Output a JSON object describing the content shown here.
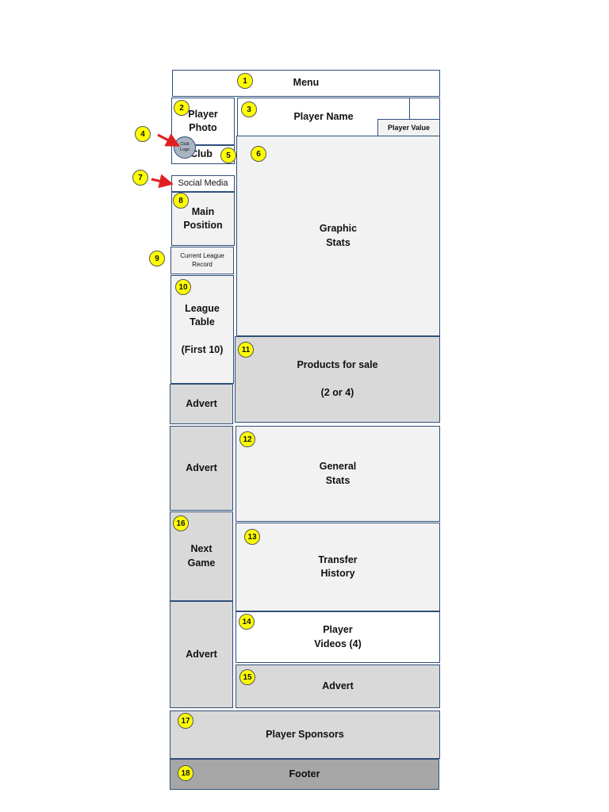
{
  "blocks": {
    "menu": "Menu",
    "player_photo": "Player\nPhoto",
    "player_name": "Player Name",
    "player_value": "Player Value",
    "club": "Club",
    "club_logo": "Club\nLogo",
    "graphic_stats": "Graphic\nStats",
    "social_media": "Social Media",
    "main_position": "Main\nPosition",
    "current_league_record": "Current League\nRecord",
    "league_table": "League\nTable\n\n(First 10)",
    "advert_1": "Advert",
    "products_for_sale": "Products for sale\n\n(2 or 4)",
    "advert_2": "Advert",
    "general_stats": "General\nStats",
    "next_game": "Next\nGame",
    "transfer_history": "Transfer\nHistory",
    "advert_3": "Advert",
    "player_videos": "Player\nVideos (4)",
    "advert_4": "Advert",
    "player_sponsors": "Player Sponsors",
    "footer": "Footer"
  },
  "badges": [
    "1",
    "2",
    "3",
    "4",
    "5",
    "6",
    "7",
    "8",
    "9",
    "10",
    "11",
    "12",
    "13",
    "14",
    "15",
    "16",
    "17",
    "18"
  ],
  "colors": {
    "border": "#2f4f7a",
    "badge": "#ffff00",
    "arrow": "#e02020",
    "light_fill": "#f2f2f2",
    "mid_fill": "#d9d9d9",
    "dark_fill": "#a6a6a6"
  }
}
